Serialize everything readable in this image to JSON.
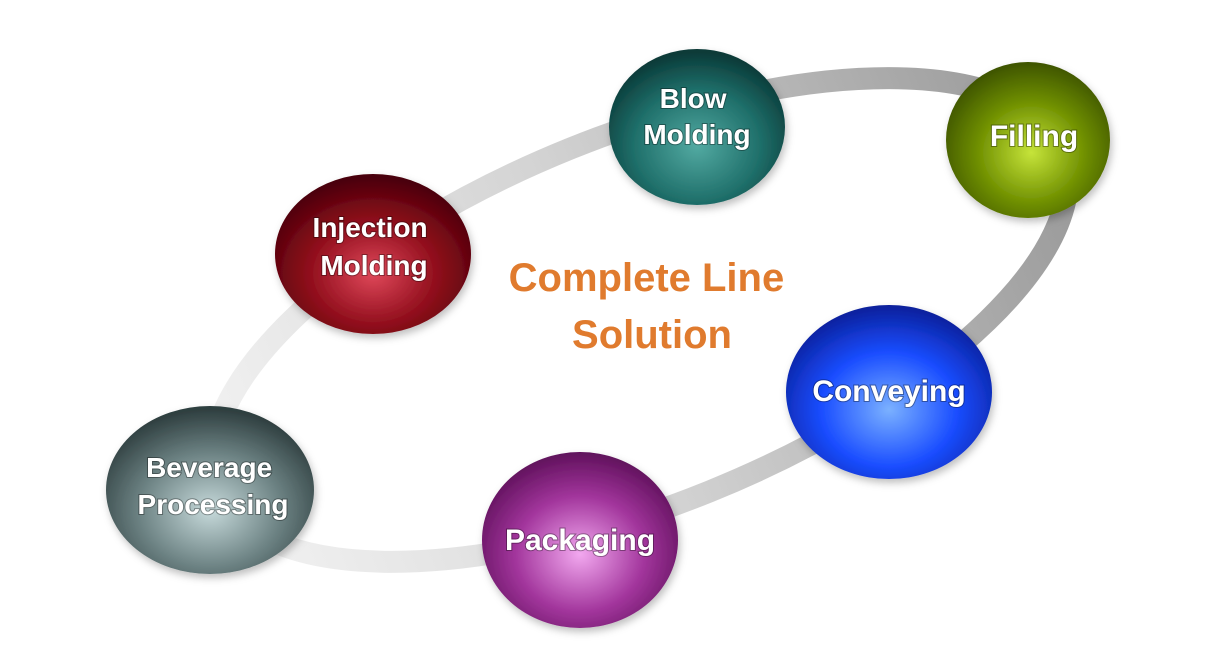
{
  "diagram": {
    "center_title": {
      "line1": "Complete Line",
      "line2": "Solution",
      "color": "#e07b2e"
    },
    "nodes": [
      {
        "key": "blow",
        "lines": [
          "Blow",
          "Molding"
        ],
        "color": "#1f6f6a"
      },
      {
        "key": "filling",
        "lines": [
          "Filling"
        ],
        "color": "#6f8f00"
      },
      {
        "key": "injection",
        "lines": [
          "Injection",
          "Molding"
        ],
        "color": "#8f0d1b"
      },
      {
        "key": "conveying",
        "lines": [
          "Conveying"
        ],
        "color": "#1238e0"
      },
      {
        "key": "beverage",
        "lines": [
          "Beverage",
          "Processing"
        ],
        "color": "#5f7475"
      },
      {
        "key": "packaging",
        "lines": [
          "Packaging"
        ],
        "color": "#a2359c"
      }
    ],
    "loop_color": "#a8a8a8"
  }
}
